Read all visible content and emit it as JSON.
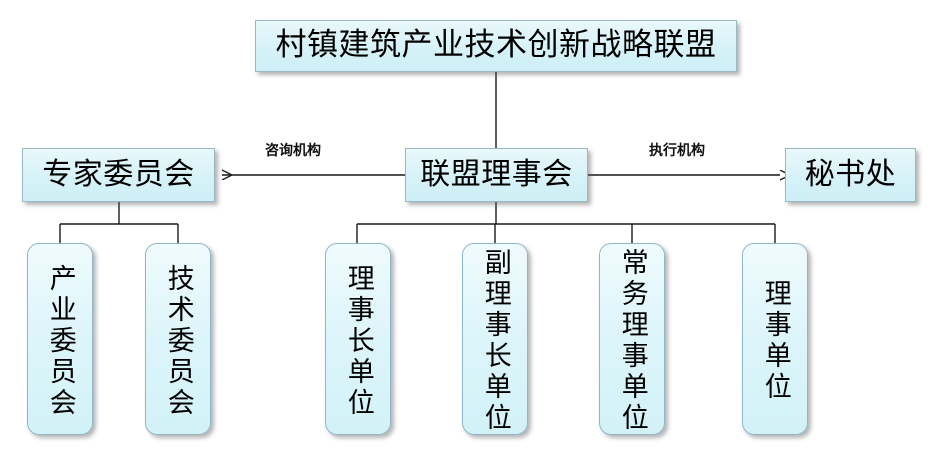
{
  "diagram": {
    "title_node": {
      "label": "村镇建筑产业技术创新战略联盟",
      "orientation": "horizontal"
    },
    "level2": {
      "left": {
        "label": "专家委员会",
        "orientation": "horizontal"
      },
      "center": {
        "label": "联盟理事会",
        "orientation": "horizontal"
      },
      "right": {
        "label": "秘书处",
        "orientation": "horizontal"
      }
    },
    "edge_labels": {
      "left": "咨询机构",
      "right": "执行机构"
    },
    "expert_children": [
      {
        "label": "产业委员会",
        "orientation": "vertical"
      },
      {
        "label": "技术委员会",
        "orientation": "vertical"
      }
    ],
    "council_children": [
      {
        "label": "理事长单位",
        "orientation": "vertical"
      },
      {
        "label": "副理事长单位",
        "orientation": "vertical"
      },
      {
        "label": "常务理事单位",
        "orientation": "vertical"
      },
      {
        "label": "理事单位",
        "orientation": "vertical"
      }
    ],
    "colors": {
      "node_fill": "#d6f2f8",
      "node_fill_light": "#effbfd",
      "node_border": "#9ab7c4",
      "line": "#1a1a1a",
      "text": "#000000",
      "background": "#ffffff"
    }
  }
}
